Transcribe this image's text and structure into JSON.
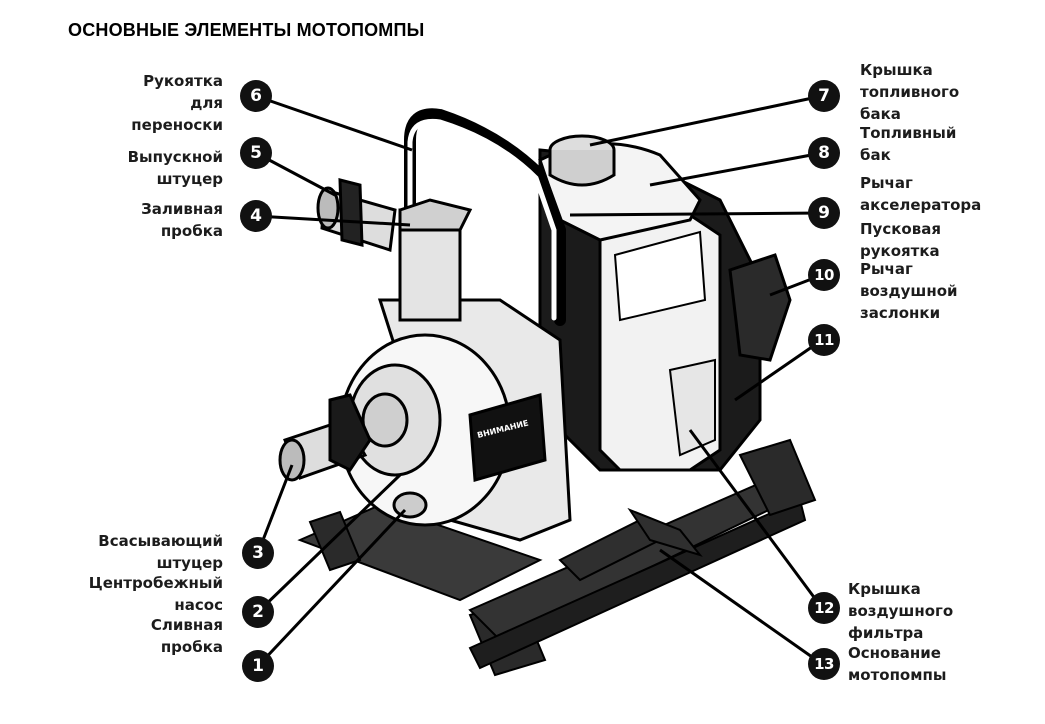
{
  "title": "ОСНОВНЫЕ ЭЛЕМЕНТЫ МОТОПОМПЫ",
  "plate_text": "ВНИМАНИЕ",
  "callouts": [
    {
      "num": "1",
      "label": "Сливная\nпробка"
    },
    {
      "num": "2",
      "label": "Центробежный\nнасос"
    },
    {
      "num": "3",
      "label": "Всасывающий\nштуцер"
    },
    {
      "num": "4",
      "label": "Заливная\nпробка"
    },
    {
      "num": "5",
      "label": "Выпускной\nштуцер"
    },
    {
      "num": "6",
      "label": "Рукоятка\nдля\nпереноски"
    },
    {
      "num": "7",
      "label": "Крышка\nтопливного\nбака"
    },
    {
      "num": "8",
      "label": "Топливный\nбак"
    },
    {
      "num": "9",
      "label": "Рычаг\nакселератора"
    },
    {
      "num": "10",
      "label": "Пусковая\nрукоятка"
    },
    {
      "num": "11",
      "label": "Рычаг\nвоздушной\nзаслонки"
    },
    {
      "num": "12",
      "label": "Крышка\nвоздушного\nфильтра"
    },
    {
      "num": "13",
      "label": "Основание\nмотопомпы"
    }
  ]
}
